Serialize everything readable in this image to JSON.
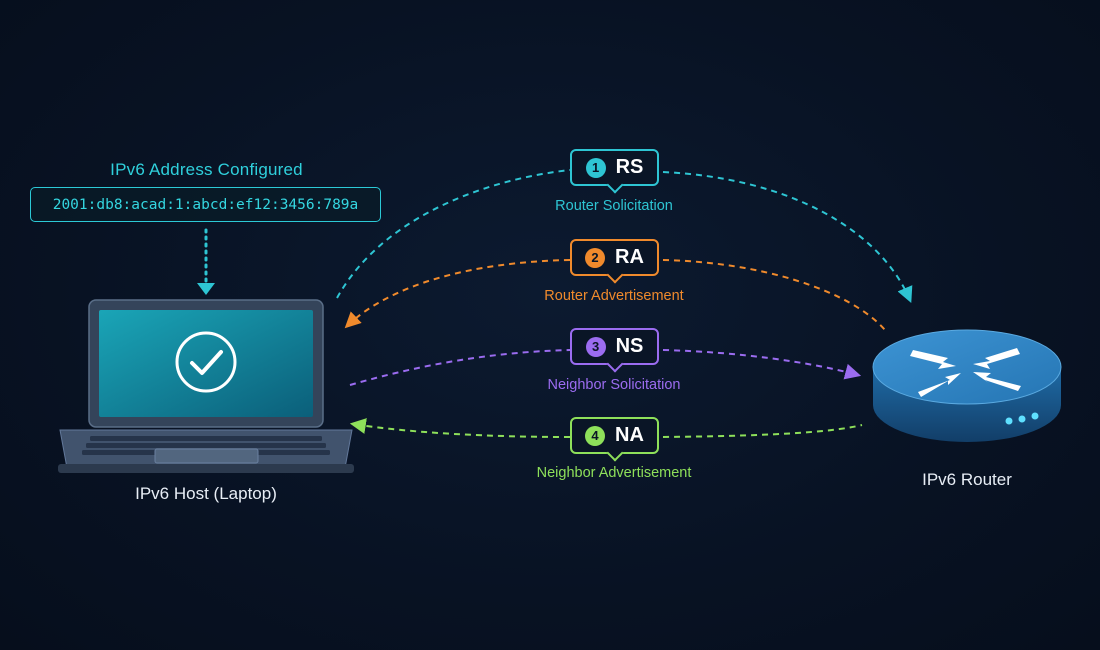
{
  "address_panel": {
    "title": "IPv6 Address Configured",
    "address": "2001:db8:acad:1:abcd:ef12:3456:789a"
  },
  "host": {
    "label": "IPv6 Host (Laptop)"
  },
  "router": {
    "label": "IPv6 Router"
  },
  "messages": [
    {
      "number": "1",
      "code": "RS",
      "name": "Router Solicitation",
      "color": "#2ec5d3",
      "direction": "host-to-router"
    },
    {
      "number": "2",
      "code": "RA",
      "name": "Router Advertisement",
      "color": "#f08a2c",
      "direction": "router-to-host"
    },
    {
      "number": "3",
      "code": "NS",
      "name": "Neighbor Solicitation",
      "color": "#9b6cf0",
      "direction": "host-to-router"
    },
    {
      "number": "4",
      "code": "NA",
      "name": "Neighbor Advertisement",
      "color": "#8ee05a",
      "direction": "router-to-host"
    }
  ],
  "colors": {
    "background": "#081223",
    "accent": "#2ec5d3",
    "laptop_body": "#3a4b63",
    "router_body": "#1d5f96"
  }
}
